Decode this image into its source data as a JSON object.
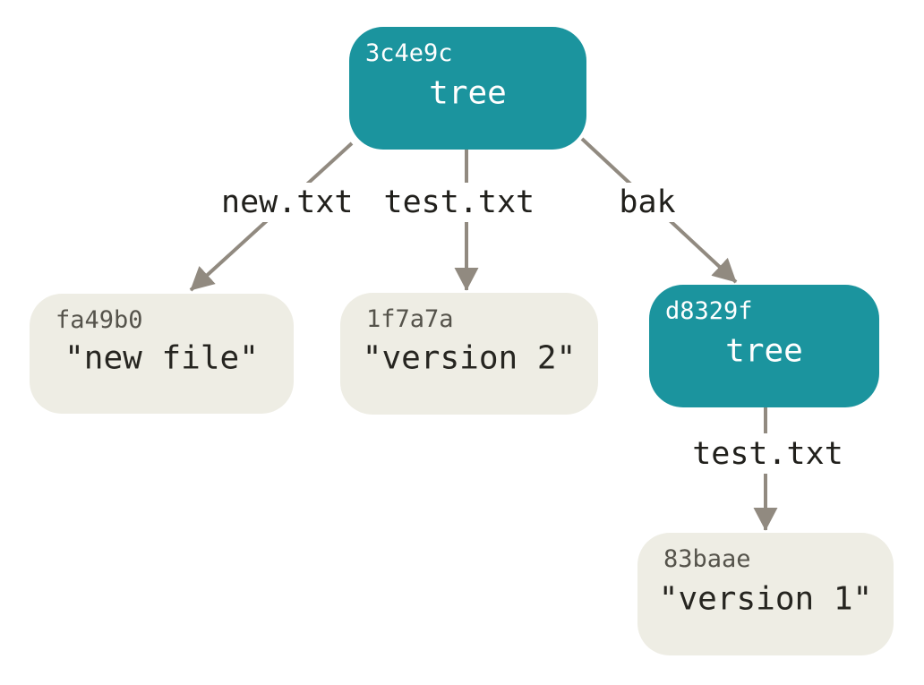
{
  "diagram": {
    "type": "git-object-graph",
    "background_color": "#ffffff",
    "colors": {
      "tree_node_fill": "#1b949e",
      "blob_node_fill": "#eeede4",
      "arrow": "#918a80",
      "edge_label_background": "#ffffff",
      "edge_label_text": "#21201c",
      "tree_node_text": "#ffffff",
      "blob_hash_text": "#55534b",
      "blob_content_text": "#262520"
    },
    "nodes": [
      {
        "hash": "3c4e9c",
        "kind": "tree",
        "label": "tree"
      },
      {
        "hash": "fa49b0",
        "kind": "blob",
        "label": "\"new file\""
      },
      {
        "hash": "1f7a7a",
        "kind": "blob",
        "label": "\"version 2\""
      },
      {
        "hash": "d8329f",
        "kind": "tree",
        "label": "tree"
      },
      {
        "hash": "83baae",
        "kind": "blob",
        "label": "\"version 1\""
      }
    ],
    "edges": [
      {
        "from": "3c4e9c",
        "to": "fa49b0",
        "label": "new.txt"
      },
      {
        "from": "3c4e9c",
        "to": "1f7a7a",
        "label": "test.txt"
      },
      {
        "from": "3c4e9c",
        "to": "d8329f",
        "label": "bak"
      },
      {
        "from": "d8329f",
        "to": "83baae",
        "label": "test.txt"
      }
    ]
  }
}
